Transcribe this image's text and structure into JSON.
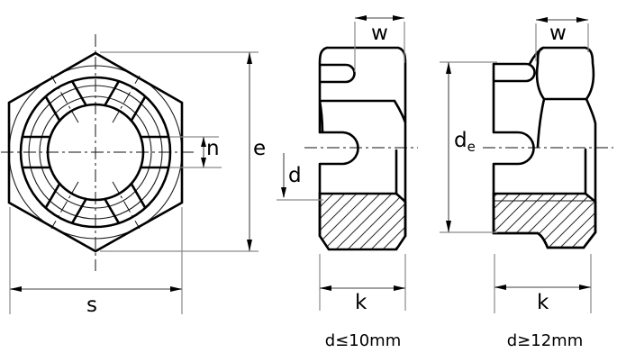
{
  "drawing": {
    "type": "technical-drawing-castle-nut",
    "colors": {
      "background": "#ffffff",
      "outline": "#000000",
      "dimension_lines": "#808080",
      "text": "#000000"
    },
    "views": {
      "front": {
        "dims": {
          "s": "s",
          "e": "e",
          "n": "n"
        }
      },
      "side_small": {
        "dims": {
          "w": "w",
          "d": "d",
          "k": "k"
        },
        "caption": "d≤10mm"
      },
      "side_large": {
        "dims": {
          "w": "w",
          "k": "k",
          "de_base": "d",
          "de_sub": "e"
        },
        "caption": "d≥12mm"
      }
    }
  }
}
